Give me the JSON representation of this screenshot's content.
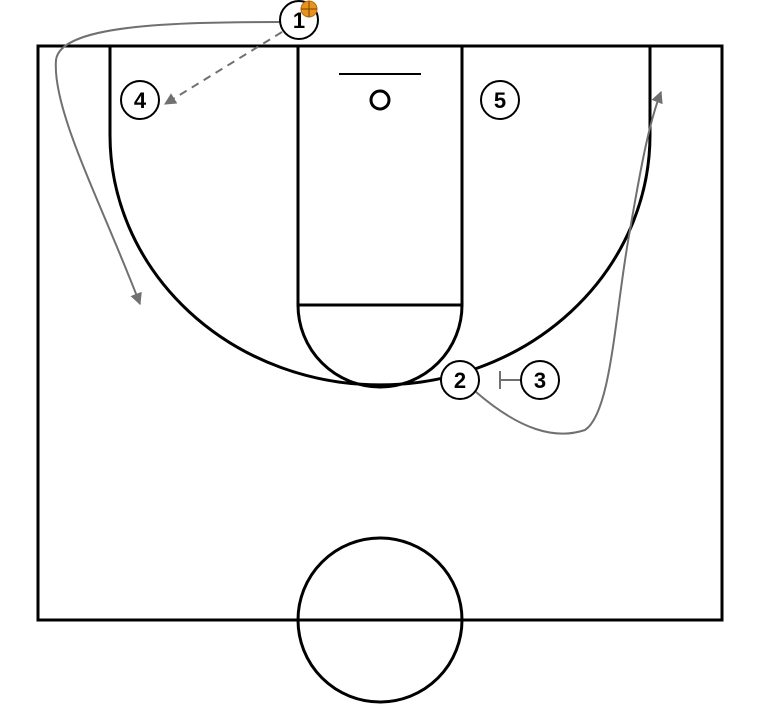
{
  "players": [
    {
      "id": "p1",
      "label": "1"
    },
    {
      "id": "p2",
      "label": "2"
    },
    {
      "id": "p3",
      "label": "3"
    },
    {
      "id": "p4",
      "label": "4"
    },
    {
      "id": "p5",
      "label": "5"
    }
  ],
  "colors": {
    "court_lines": "#000000",
    "movement": "#707070",
    "ball": "#e8941a",
    "background": "#ffffff"
  },
  "icons": {
    "ball": "basketball-icon",
    "screen": "screen-icon"
  }
}
